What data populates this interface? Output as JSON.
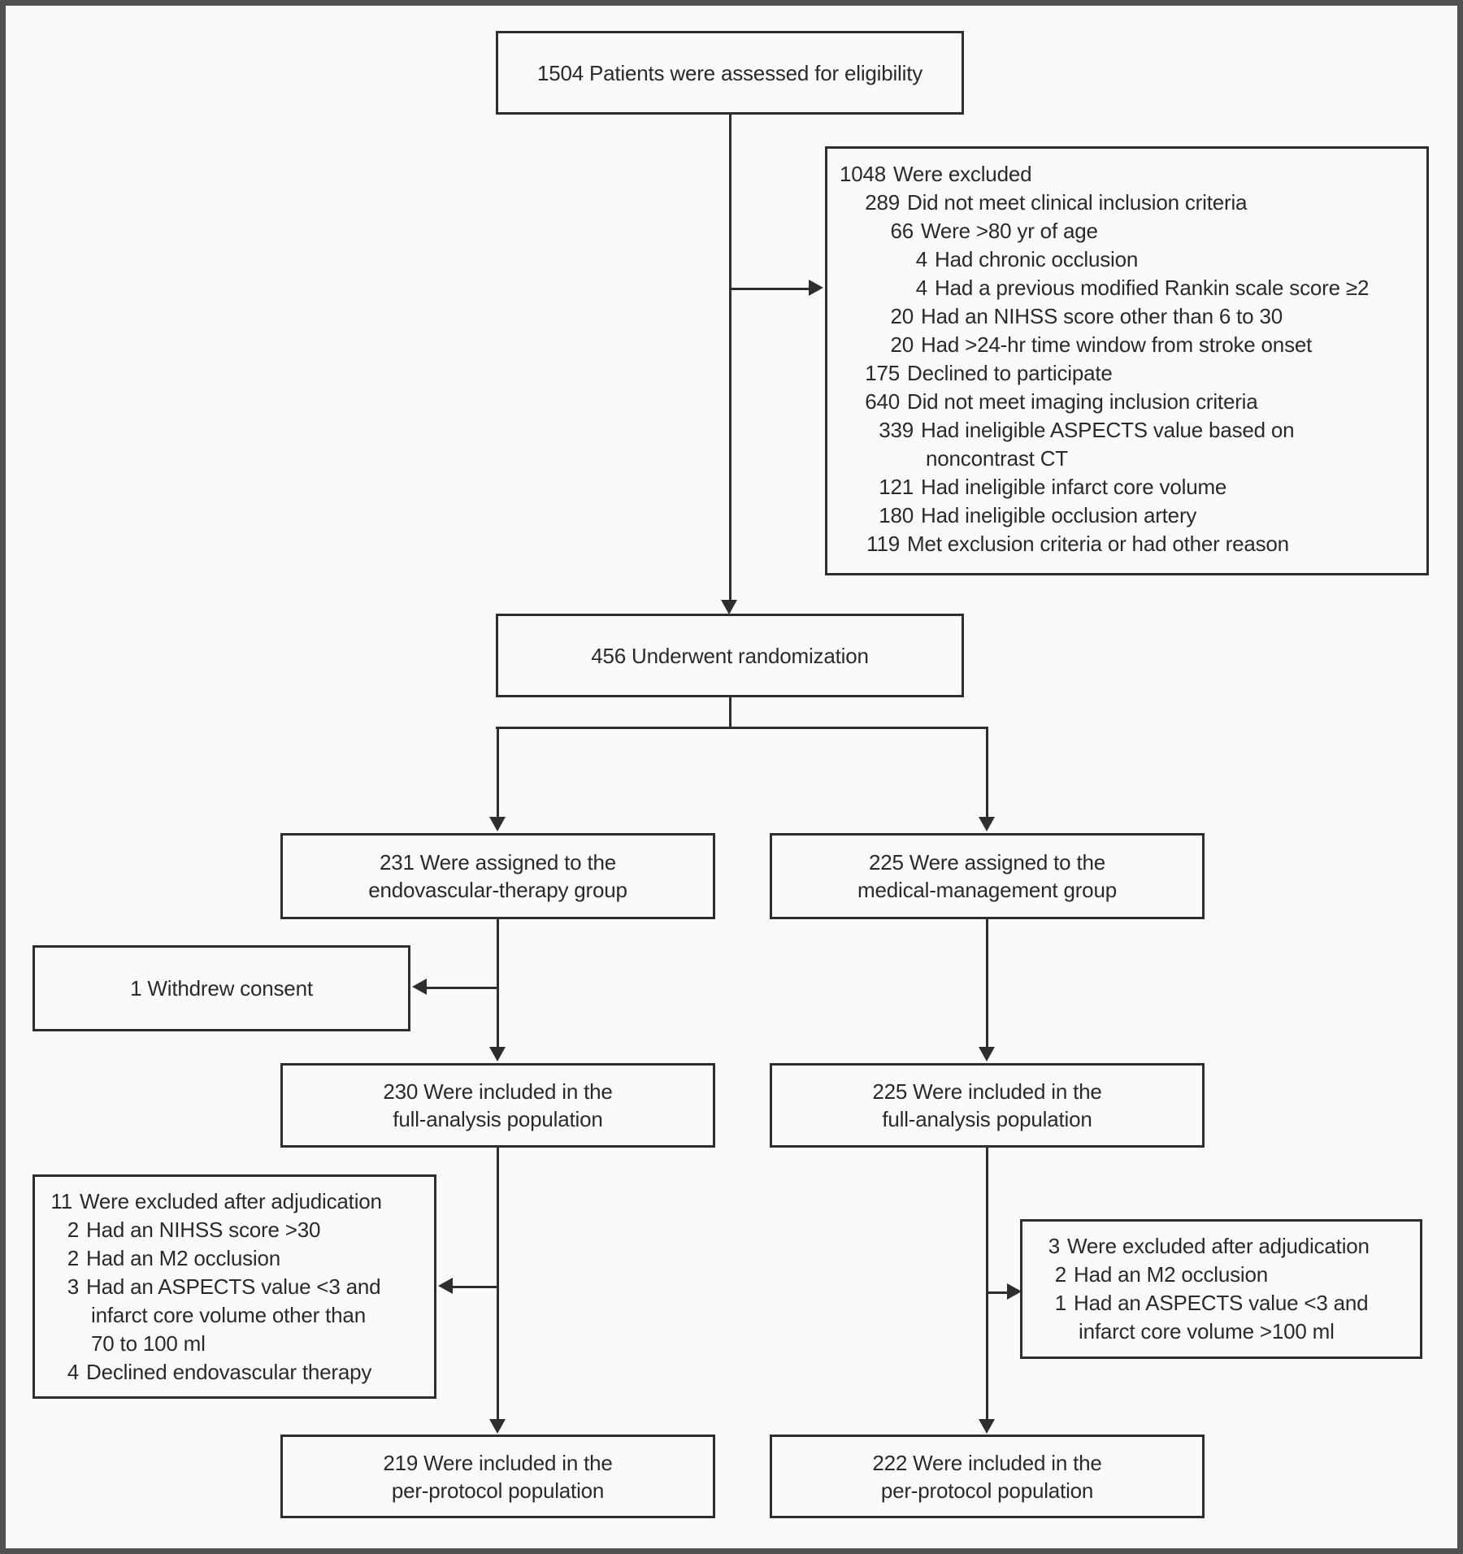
{
  "colors": {
    "box_border": "#2e2e30",
    "outer_frame": "#505052",
    "text": "#2a2a2c",
    "background": "#fafafb"
  },
  "boxes": {
    "eligibility": {
      "text": "1504 Patients were assessed for eligibility"
    },
    "excluded": {
      "lines": [
        {
          "num": "1048",
          "text": "Were excluded",
          "indent": 0
        },
        {
          "num": "289",
          "text": "Did not meet clinical inclusion criteria",
          "indent": 1
        },
        {
          "num": "66",
          "text": "Were >80 yr of age",
          "indent": 2
        },
        {
          "num": "4",
          "text": "Had chronic occlusion",
          "indent": 3
        },
        {
          "num": "4",
          "text": "Had a previous modified Rankin scale score ≥2",
          "indent": 3
        },
        {
          "num": "20",
          "text": "Had an NIHSS score other than 6 to 30",
          "indent": 2
        },
        {
          "num": "20",
          "text": "Had >24-hr time window from stroke onset",
          "indent": 2
        },
        {
          "num": "175",
          "text": "Declined to participate",
          "indent": 1
        },
        {
          "num": "640",
          "text": "Did not meet imaging inclusion criteria",
          "indent": 1
        },
        {
          "num": "339",
          "text": "Had ineligible ASPECTS value based on",
          "text2": "noncontrast CT",
          "indent": 2
        },
        {
          "num": "121",
          "text": "Had ineligible infarct core volume",
          "indent": 2
        },
        {
          "num": "180",
          "text": "Had ineligible occlusion artery",
          "indent": 2
        },
        {
          "num": "119",
          "text": "Met exclusion criteria or had other reason",
          "indent": 1
        }
      ]
    },
    "randomization": {
      "text": "456 Underwent randomization"
    },
    "assigned_endo": {
      "line1": "231 Were assigned to the",
      "line2": "endovascular-therapy group"
    },
    "assigned_medical": {
      "line1": "225 Were assigned to the",
      "line2": "medical-management group"
    },
    "withdrew": {
      "text": "1 Withdrew consent"
    },
    "full_endo": {
      "line1": "230 Were included in the",
      "line2": "full-analysis population"
    },
    "full_medical": {
      "line1": "225 Were included in the",
      "line2": "full-analysis population"
    },
    "adjudication_endo": {
      "lines": [
        {
          "num": "11",
          "text": "Were excluded after adjudication",
          "indent": 0
        },
        {
          "num": "2",
          "text": "Had an NIHSS score >30",
          "indent": 1
        },
        {
          "num": "2",
          "text": "Had an M2 occlusion",
          "indent": 1
        },
        {
          "num": "3",
          "text": "Had an ASPECTS value <3 and",
          "text2": "infarct core volume other than\n70 to 100 ml",
          "indent": 1
        },
        {
          "num": "4",
          "text": "Declined endovascular therapy",
          "indent": 1
        }
      ]
    },
    "adjudication_medical": {
      "lines": [
        {
          "num": "3",
          "text": "Were excluded after adjudication",
          "indent": 0
        },
        {
          "num": "2",
          "text": "Had an M2 occlusion",
          "indent": 1
        },
        {
          "num": "1",
          "text": "Had an ASPECTS value <3 and",
          "text2": "infarct core volume >100 ml",
          "indent": 1
        }
      ]
    },
    "pp_endo": {
      "line1": "219 Were included in the",
      "line2": "per-protocol population"
    },
    "pp_medical": {
      "line1": "222 Were included in the",
      "line2": "per-protocol population"
    }
  }
}
